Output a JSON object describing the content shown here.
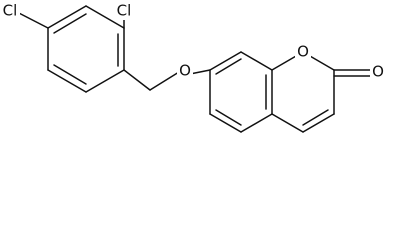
{
  "molecule": {
    "atoms": {
      "cl1": "Cl",
      "cl2": "Cl",
      "o_ether": "O",
      "o_ring": "O",
      "o_carbonyl": "O"
    }
  }
}
